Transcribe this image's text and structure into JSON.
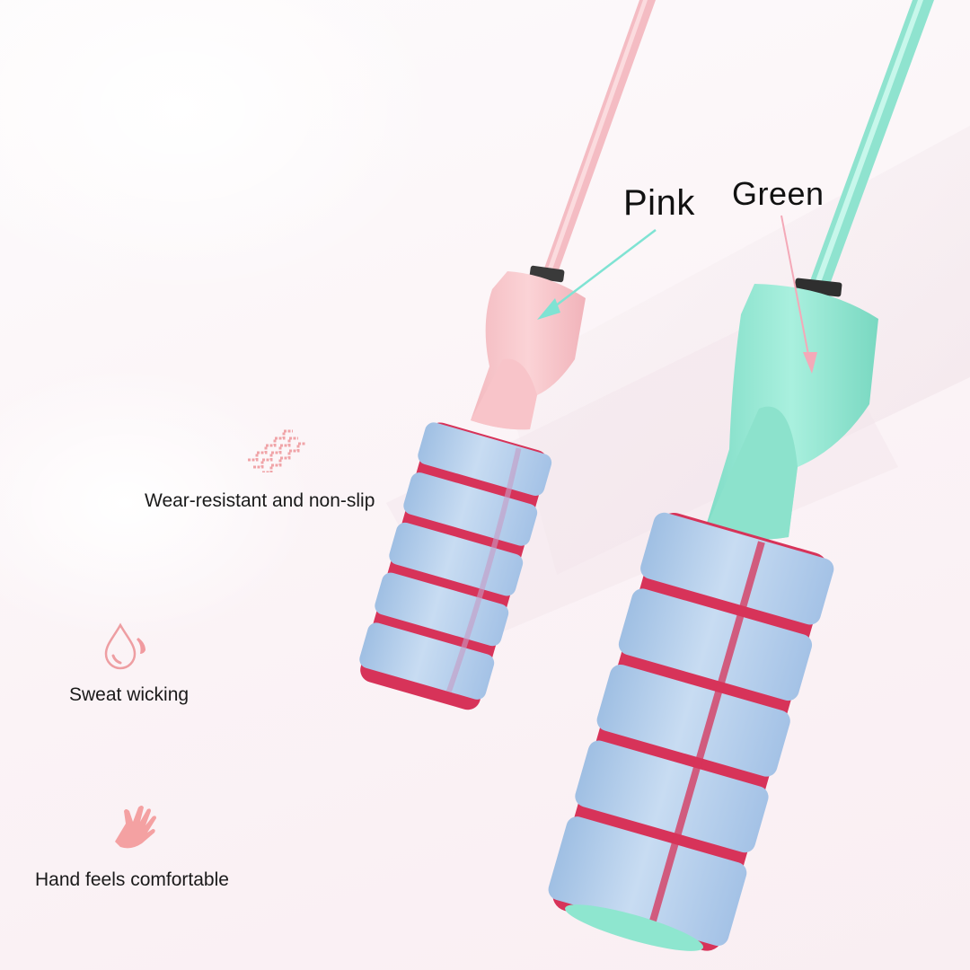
{
  "product": {
    "variants": [
      {
        "name": "Pink",
        "color": "#f6c7cc",
        "arrow_color": "#7fe3d3"
      },
      {
        "name": "Green",
        "color": "#8ee6cf",
        "arrow_color": "#f4a9b8"
      }
    ],
    "grip_colors": {
      "foam": "#a9c8e8",
      "ring": "#d9325a"
    }
  },
  "features": [
    {
      "icon": "waves-icon",
      "label": "Wear-resistant and non-slip"
    },
    {
      "icon": "water-drop-icon",
      "label": "Sweat wicking"
    },
    {
      "icon": "hand-icon",
      "label": "Hand feels comfortable"
    }
  ],
  "palette": {
    "background": "#fcf7f9",
    "icon_accent": "#f0a0a4",
    "text": "#111111"
  }
}
